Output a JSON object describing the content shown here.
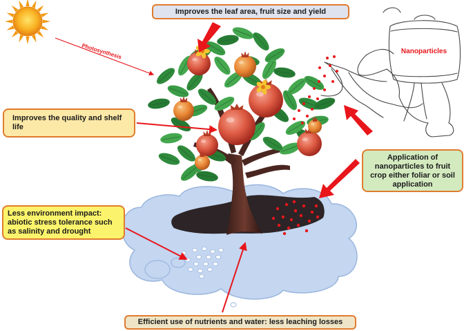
{
  "labels": {
    "top_banner": "Improves the leaf area, fruit size and yield",
    "quality": "Improves the quality and shelf life",
    "application": "Application of nanoparticles to fruit crop either foliar or soil application",
    "environment": "Less environment impact: abiotic stress tolerance such as salinity and drought",
    "nutrients": "Efficient use of nutrients and water: less leaching losses",
    "photosynthesis": "Photosynthesis",
    "sprayer_tank": "Nanoparticles"
  },
  "icons": [
    "sun-icon",
    "tree-icon",
    "pomegranate-icon",
    "sprayer-person-icon",
    "soil-cloud-icon",
    "arrow-icon"
  ],
  "colors": {
    "arrow": "#e8161b",
    "box_border": "#e07b2e",
    "banner_fill": "#dfe3ee",
    "quality_fill": "#fce9a7",
    "application_fill": "#d3eabf",
    "environment_fill": "#fbf36b",
    "nutrients_fill": "#efe5c6",
    "soil_cloud": "#c4d6f0",
    "soil_dark": "#2c2426",
    "leaf": "#2f8a3c",
    "fruit": "#d8543d",
    "sun": "#f6a21c",
    "nanoparticle_text": "#e8161b"
  }
}
